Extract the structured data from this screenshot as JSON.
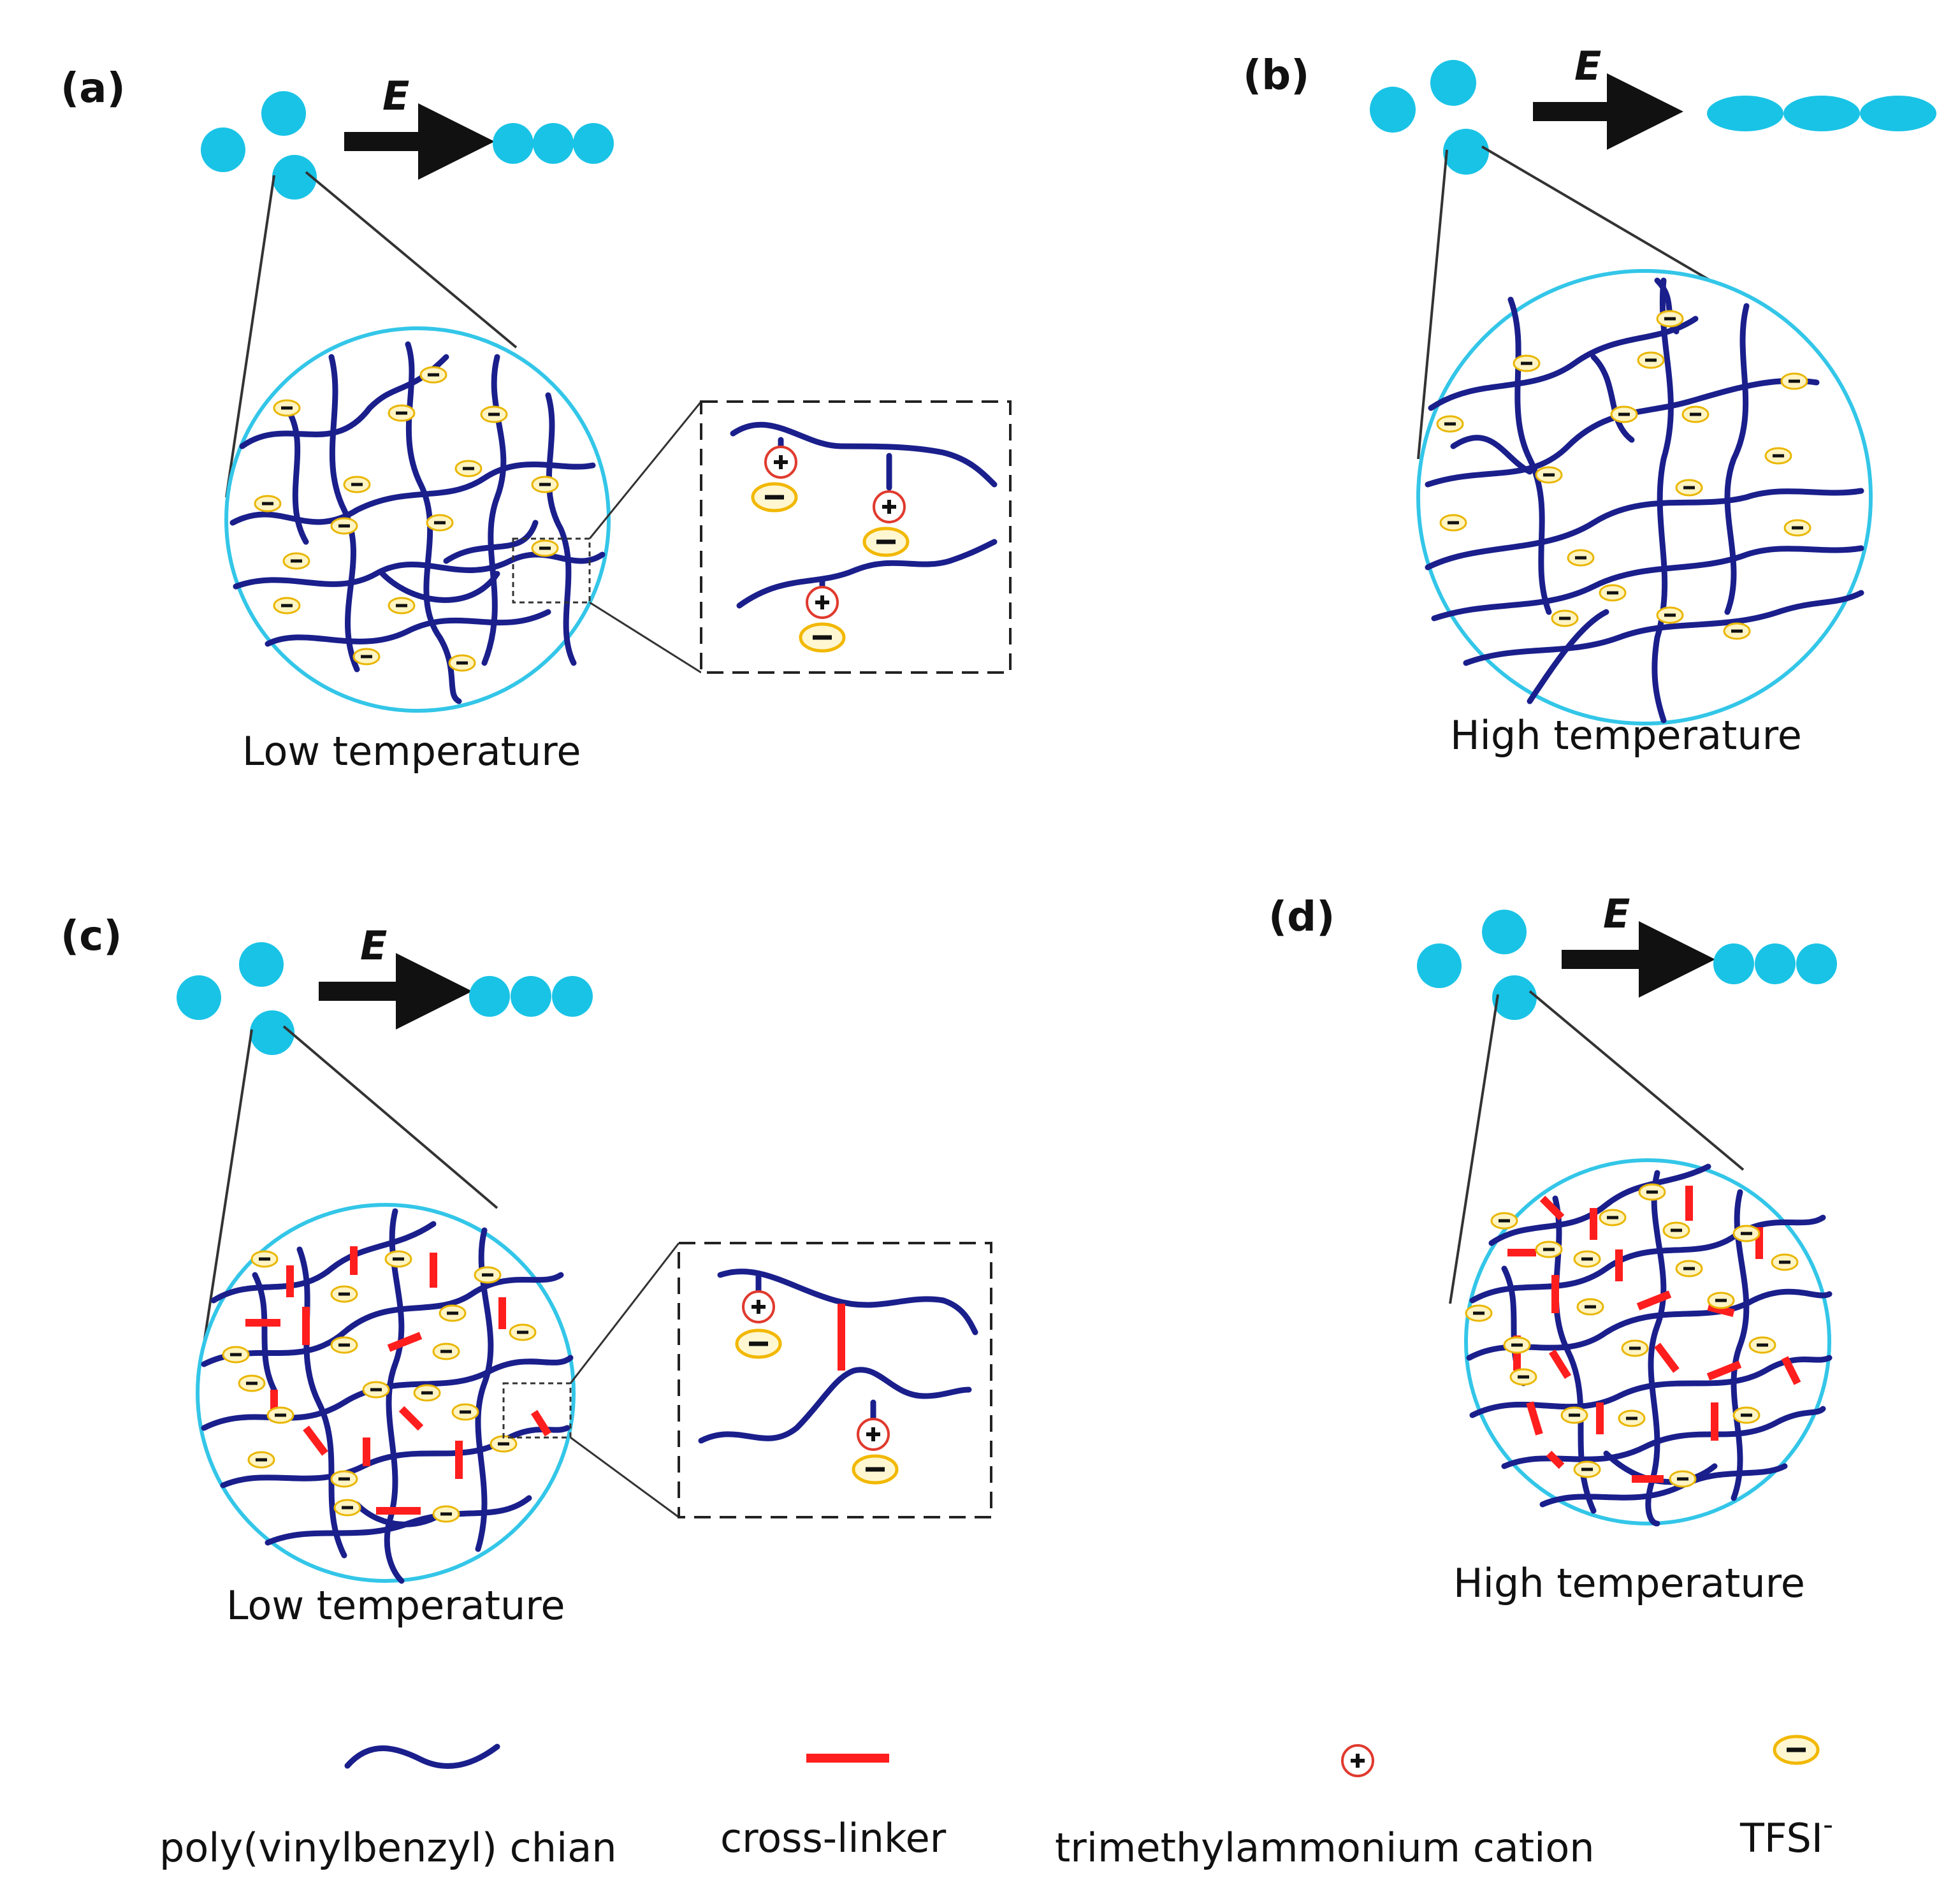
{
  "panels": [
    {
      "letter": "(a)",
      "caption": "Low temperature",
      "field": "E"
    },
    {
      "letter": "(b)",
      "caption": "High temperature",
      "field": "E"
    },
    {
      "letter": "(c)",
      "caption": "Low temperature",
      "field": "E"
    },
    {
      "letter": "(d)",
      "caption": "High temperature",
      "field": "E"
    }
  ],
  "legend": {
    "chain": "poly(vinylbenzyl) chian",
    "crosslinker": "cross-linker",
    "cation": "trimethylammonium cation",
    "anion": "TFSI",
    "anion_sup": "-"
  },
  "colors": {
    "droplet": "#19c3e6",
    "circle_border": "#33c6e8",
    "chain": "#1a1f8c",
    "crosslinker": "#ff1e1e",
    "cation_ring": "#e03a2e",
    "anion_ring": "#f2b800",
    "anion_fill": "#fff7d1"
  },
  "icons": {
    "cation": "plus-sign-icon",
    "anion": "minus-sign-icon"
  }
}
